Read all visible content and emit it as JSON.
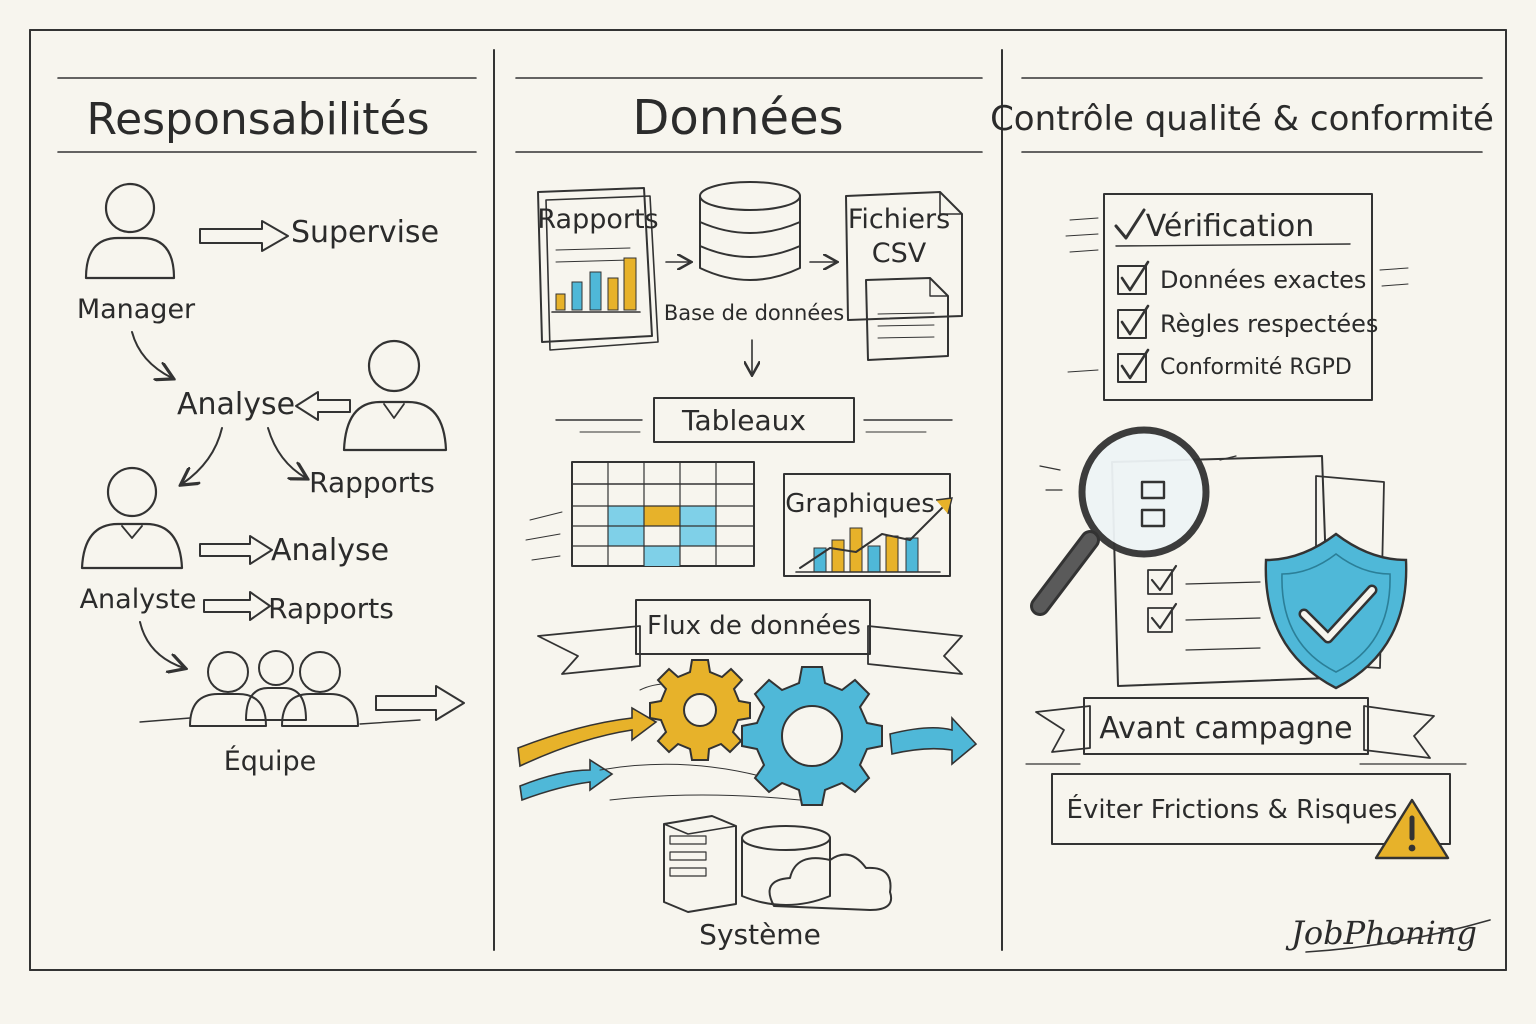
{
  "columns": {
    "responsibilities": {
      "title": "Responsabilités",
      "labels": {
        "manager": "Manager",
        "supervise": "Supervise",
        "analyse_center": "Analyse",
        "rapports_right": "Rapports",
        "analyste": "Analyste",
        "analyse_out": "Analyse",
        "rapports_out": "Rapports",
        "equipe": "Équipe"
      }
    },
    "data": {
      "title": "Données",
      "labels": {
        "rapports_doc": "Rapports",
        "database": "Base de données",
        "csv_line1": "Fichiers",
        "csv_line2": "CSV",
        "tableaux": "Tableaux",
        "graphiques": "Graphiques",
        "flux": "Flux de données",
        "systeme": "Système"
      }
    },
    "quality": {
      "title": "Contrôle qualité & conformité",
      "checklist": {
        "heading": "Vérification",
        "items": [
          "Données exactes",
          "Règles respectées",
          "Conformité RGPD"
        ]
      },
      "banner": "Avant campagne",
      "warning": "Éviter Frictions & Risques"
    }
  },
  "brand": "JobPhoning",
  "colors": {
    "ink": "#2b2b2b",
    "blue": "#4fb8d8",
    "yellow": "#e7b22a",
    "paper": "#f7f5ee"
  },
  "icons": [
    "person-icon",
    "team-icon",
    "arrow-icon",
    "database-icon",
    "document-icon",
    "bar-chart-icon",
    "table-icon",
    "gear-icon",
    "server-icon",
    "cloud-icon",
    "magnifier-icon",
    "shield-check-icon",
    "checkbox-icon",
    "warning-icon"
  ]
}
